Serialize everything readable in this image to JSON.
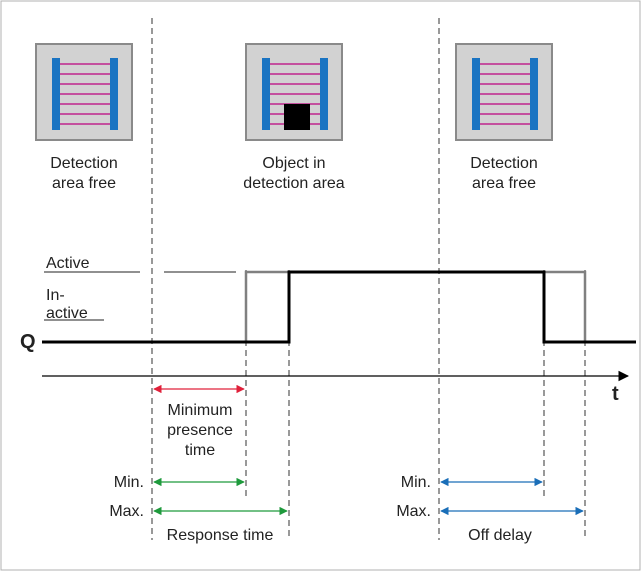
{
  "panels": [
    {
      "line1": "Detection",
      "line2": "area free",
      "object": false
    },
    {
      "line1": "Object in",
      "line2": "detection area",
      "object": true
    },
    {
      "line1": "Detection",
      "line2": "area free",
      "object": false
    }
  ],
  "signal": {
    "name": "Q",
    "active_label": "Active",
    "inactive_label_1": "In-",
    "inactive_label_2": "active",
    "axis_label": "t"
  },
  "timing": {
    "min_presence_1": "Minimum",
    "min_presence_2": "presence",
    "min_presence_3": "time",
    "min_label_left": "Min.",
    "max_label_left": "Max.",
    "response_time": "Response time",
    "min_label_right": "Min.",
    "max_label_right": "Max.",
    "off_delay": "Off delay"
  },
  "colors": {
    "beam": "#c0248c",
    "bar": "#1a74c2",
    "panel_bg": "#d2d2d2",
    "red_arrow": "#e0203a",
    "green_arrow": "#1e9a3c",
    "blue_arrow": "#1a6eb8",
    "signal_black": "#000000",
    "signal_grey": "#808080"
  }
}
